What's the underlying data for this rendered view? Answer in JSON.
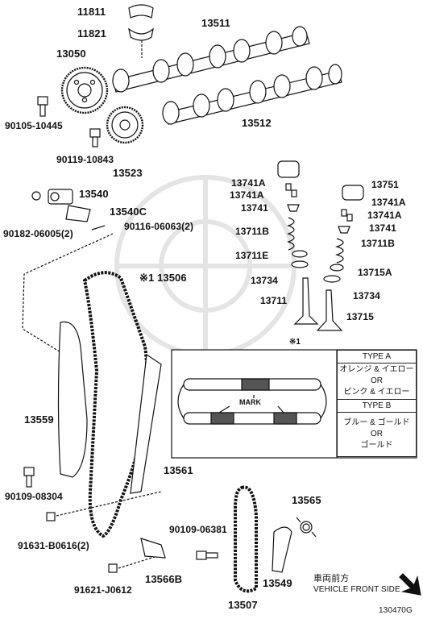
{
  "diagram_code": "130470G",
  "labels": {
    "p11811": "11811",
    "p11821": "11821",
    "p13050": "13050",
    "p13511": "13511",
    "p13512": "13512",
    "p90105": "90105-10445",
    "p90119": "90119-10843",
    "p13523": "13523",
    "p13540": "13540",
    "p13540c": "13540C",
    "p90182": "90182-06005(2)",
    "p90116": "90116-06063(2)",
    "p13506": "※1 13506",
    "p13741a_l1": "13741A",
    "p13741a_l2": "13741A",
    "p13741_l": "13741",
    "p13711b_l": "13711B",
    "p13711e": "13711E",
    "p13734_l": "13734",
    "p13711": "13711",
    "p13751": "13751",
    "p13741a_r1": "13741A",
    "p13741a_r2": "13741A",
    "p13741_r": "13741",
    "p13711b_r": "13711B",
    "p13715a": "13715A",
    "p13734_r": "13734",
    "p13715": "13715",
    "p13559": "13559",
    "p13561": "13561",
    "p90109_08304": "90109-08304",
    "p91631": "91631-B0616(2)",
    "p90109_06381": "90109-06381",
    "p13565": "13565",
    "p13549": "13549",
    "p13566b": "13566B",
    "p91621": "91621-J0612",
    "p13507": "13507"
  },
  "note": {
    "ref_mark": "※1",
    "mark_label": "MARK",
    "type_a": "TYPE A",
    "type_a_colors_1": "オレンジ & イエロー",
    "type_a_or": "OR",
    "type_a_colors_2": "ピンク & イエロー",
    "type_b": "TYPE B",
    "type_b_colors_1": "ブルー & ゴールド",
    "type_b_or": "OR",
    "type_b_colors_2": "ゴールド"
  },
  "direction": {
    "jp": "車両前方",
    "en": "VEHICLE FRONT SIDE"
  }
}
